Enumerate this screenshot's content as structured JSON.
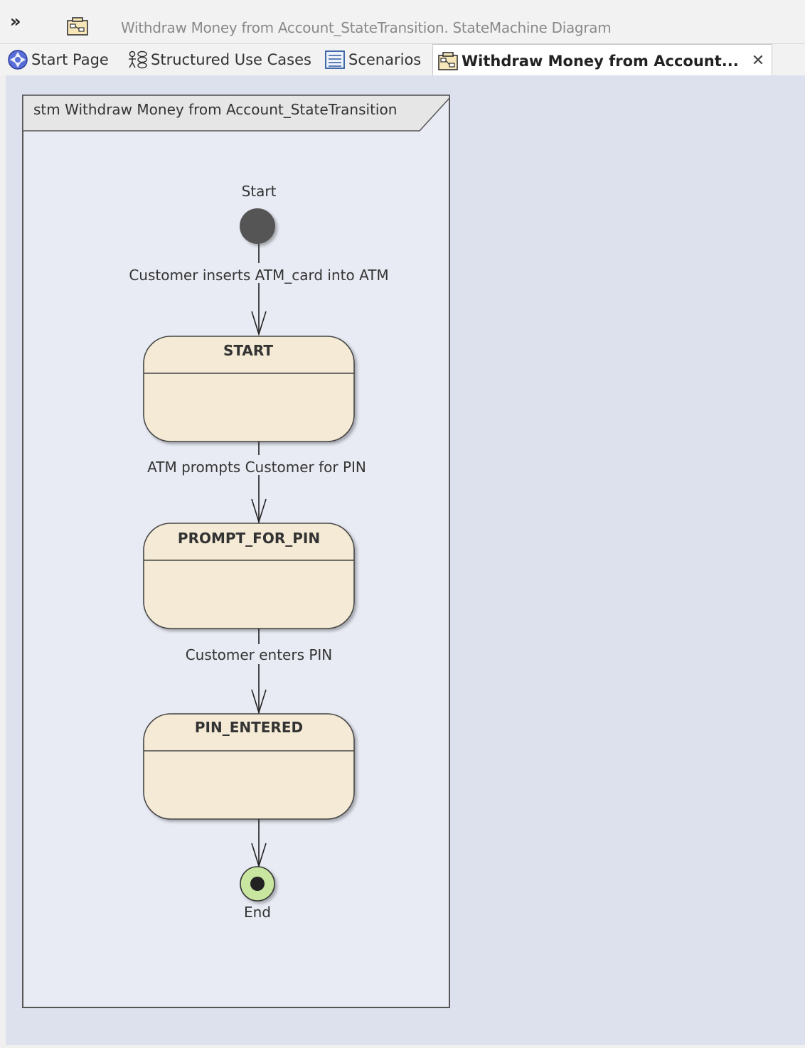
{
  "title_bar": {
    "expand_glyph": "»",
    "title": "Withdraw Money from Account_StateTransition.  StateMachine Diagram"
  },
  "tabs": [
    {
      "label": "Start Page",
      "icon": "start-page-icon"
    },
    {
      "label": "Structured Use Cases",
      "icon": "structured-use-cases-icon"
    },
    {
      "label": "Scenarios",
      "icon": "scenarios-icon"
    },
    {
      "label": "Withdraw Money from Account...",
      "icon": "statemachine-diagram-icon",
      "active": true,
      "close_glyph": "✕"
    }
  ],
  "diagram": {
    "frame_label": "stm Withdraw Money from Account_StateTransition",
    "initial_label": "Start",
    "final_label": "End",
    "states": [
      "START",
      "PROMPT_FOR_PIN",
      "PIN_ENTERED"
    ],
    "transitions": [
      "Customer inserts ATM_card into ATM",
      "ATM prompts Customer for PIN",
      "Customer enters PIN",
      ""
    ],
    "colors": {
      "state_fill": "#f4ead5",
      "initial_fill": "#555555",
      "final_ring_fill": "#c8e6a0",
      "frame_header_fill": "#e6e6e6",
      "canvas": "#dde1ed",
      "frame_body": "#e8ebf4"
    }
  }
}
